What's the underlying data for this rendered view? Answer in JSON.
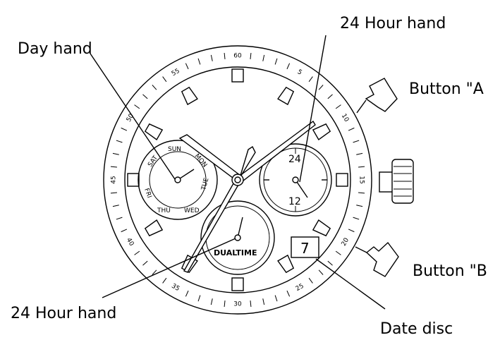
{
  "labels": {
    "day_hand": "Day hand",
    "hour24_top": "24 Hour hand",
    "button_a": "Button \"A",
    "button_b": "Button \"B",
    "hour24_bottom": "24 Hour hand",
    "date_disc": "Date disc"
  },
  "bezel_numbers": [
    "60",
    "5",
    "10",
    "15",
    "20",
    "25",
    "30",
    "35",
    "40",
    "45",
    "50",
    "55"
  ],
  "day_subdial": {
    "days": [
      "SAT",
      "SUN",
      "MON",
      "TUE",
      "WED",
      "THU",
      "FRI"
    ]
  },
  "hour24_subdial": {
    "top": "24",
    "bottom": "12"
  },
  "dualtime_subdial": {
    "label": "DUALTIME"
  },
  "date_window": {
    "value": "7"
  }
}
